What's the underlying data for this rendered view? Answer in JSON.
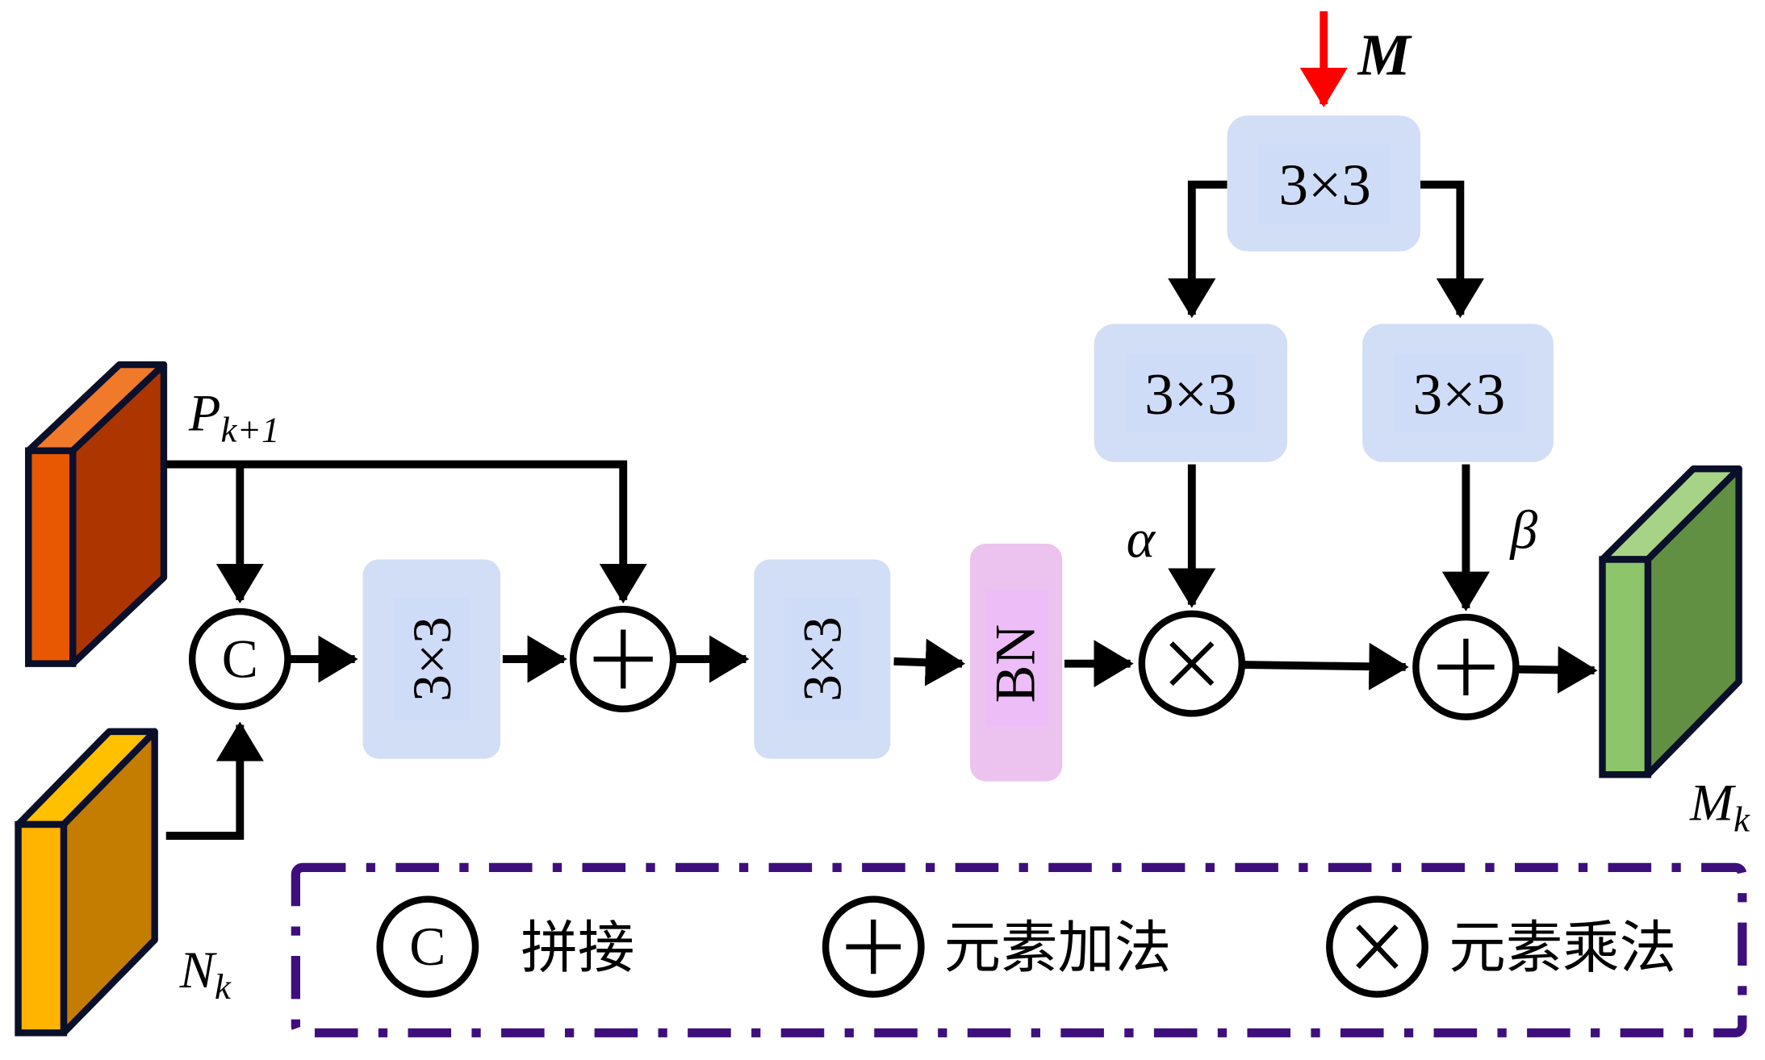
{
  "diagram": {
    "type": "feature-fusion-module",
    "inputs": {
      "top": {
        "label_main": "P",
        "label_sub": "k+1",
        "color_front": "#e85800",
        "color_side": "#ad3600",
        "color_top": "#f07a2a"
      },
      "bottom": {
        "label_main": "N",
        "label_sub": "k",
        "color_front": "#ffb400",
        "color_side": "#c47d00",
        "color_top": "#ffc000"
      }
    },
    "output": {
      "label_main": "M",
      "label_sub": "k",
      "color_front": "#8cc56a",
      "color_side": "#629042",
      "color_top": "#a6d385"
    },
    "guide_input": {
      "label": "M",
      "arrow_color": "#ff0000"
    },
    "main_path": {
      "concat_symbol": "C",
      "conv1": "3×3",
      "add1_symbol": "+",
      "conv2": "3×3",
      "bn": "BN",
      "mul_symbol": "×",
      "add2_symbol": "+"
    },
    "guide_path": {
      "shared_conv": "3×3",
      "alpha_conv": "3×3",
      "beta_conv": "3×3",
      "alpha_label": "α",
      "beta_label": "β"
    },
    "colors": {
      "conv_box": "#d2def5",
      "bn_box": "#ecc3ee",
      "legend_border": "#3e0f7c",
      "wire": "#000000"
    }
  },
  "legend": {
    "items": [
      {
        "symbol": "C",
        "label": "拼接"
      },
      {
        "symbol": "+",
        "label": "元素加法"
      },
      {
        "symbol": "×",
        "label": "元素乘法"
      }
    ]
  }
}
